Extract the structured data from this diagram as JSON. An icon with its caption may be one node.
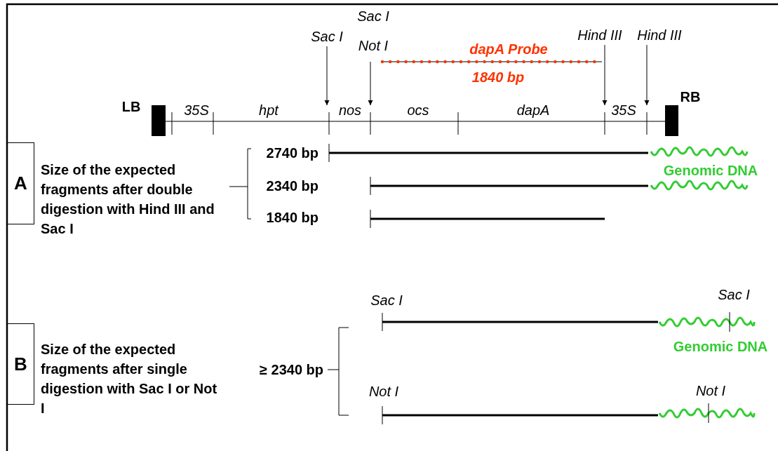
{
  "diagram": {
    "nodes": [
      {
        "text": [
          "A"
        ],
        "beside": [
          "Size of the expected fragments after double digestion with Hind III and Sac I"
        ]
      },
      {
        "text": [
          "B"
        ],
        "beside": [
          "Size of the expected fragments after single digestion with Sac I or Not I"
        ]
      },
      {
        "text": [
          "Sac I"
        ]
      },
      {
        "text": [
          "Sac I",
          "Not I"
        ]
      },
      {
        "text": [
          "Hind III"
        ]
      },
      {
        "text": [
          "Hind III"
        ]
      },
      {
        "text": [],
        "shape": "bar"
      }
    ],
    "edges": [
      {
        "from": 2,
        "to": 6,
        "arrow": "to"
      },
      {
        "from": 3,
        "to": 6,
        "arrow": "to"
      },
      {
        "from": 4,
        "to": 6,
        "arrow": "to"
      },
      {
        "from": 5,
        "to": 6,
        "arrow": "to"
      }
    ],
    "labels": [
      "LB",
      "35S",
      "hpt",
      "nos",
      "ocs",
      "dapA",
      "35S",
      "RB",
      "dapA Probe",
      "1840 bp",
      "2740 bp",
      "Genomic DNA",
      "2340 bp",
      "1840 bp",
      "Sac I",
      "Sac I",
      "Genomic DNA",
      "≥ 2340 bp",
      "Not I",
      "Not I"
    ]
  }
}
